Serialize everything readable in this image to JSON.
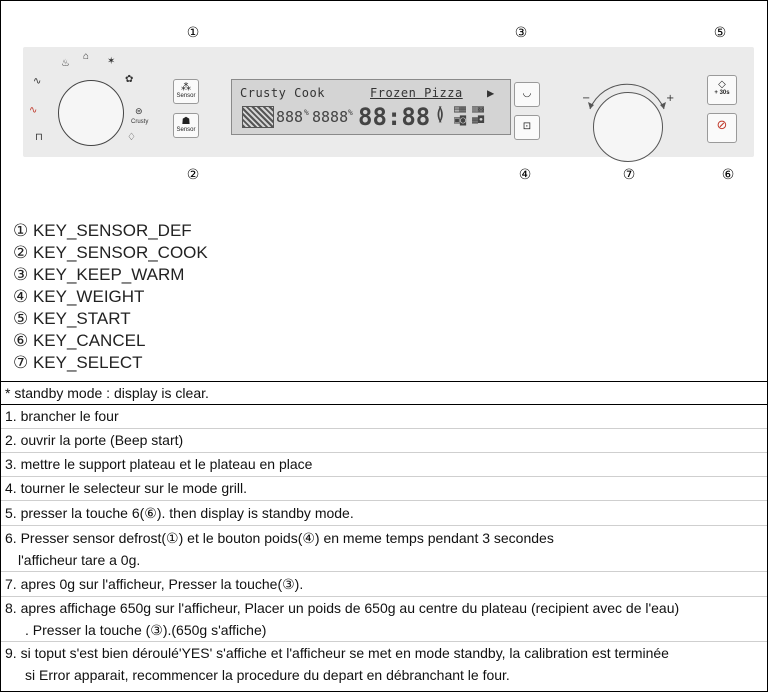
{
  "callouts": {
    "c1": "①",
    "c2": "②",
    "c3": "③",
    "c4": "④",
    "c5": "⑤",
    "c6": "⑥",
    "c7": "⑦"
  },
  "panel": {
    "sensor_def_label": "Sensor",
    "sensor_cook_label": "Sensor",
    "dial_crusty_label": "Crusty",
    "start_label": "+ 30s",
    "lcd": {
      "left_text": "Crusty Cook",
      "right_text": "Frozen Pizza",
      "arrow": "▶",
      "digits_a": "888",
      "unit_a": "%",
      "digits_b": "8888",
      "unit_b": "%",
      "clock": "88:88"
    }
  },
  "keys": [
    "① KEY_SENSOR_DEF",
    "② KEY_SENSOR_COOK",
    "③ KEY_KEEP_WARM",
    "④ KEY_WEIGHT",
    "⑤ KEY_START",
    "⑥ KEY_CANCEL",
    "⑦ KEY_SELECT"
  ],
  "note": "* standby mode : display is clear.",
  "steps": [
    {
      "line1": "1.  brancher le four"
    },
    {
      "line1": "2. ouvrir la porte (Beep start)"
    },
    {
      "line1": "3. mettre le support plateau et le plateau en place"
    },
    {
      "line1": "4. tourner le selecteur sur le mode grill."
    },
    {
      "line1": "5. presser la touche 6(⑥). then display is standby mode."
    },
    {
      "line1": "6. Presser sensor defrost(①) et le bouton poids(④) en meme temps pendant  3 secondes",
      "line2": "l'afficheur tare a 0g."
    },
    {
      "line1": "7. apres 0g sur l'afficheur, Presser la touche(③)."
    },
    {
      "line1": "8. apres affichage 650g sur l'afficheur, Placer un poids de 650g au centre du plateau (recipient avec de l'eau)",
      "line2": ". Presser la touche (③).(650g s'affiche)"
    },
    {
      "line1": "9. si toput s'est bien déroulé'YES' s'affiche et l'afficheur se met en mode standby, la calibration est terminée",
      "line2": "si Error apparait, recommencer la procedure du depart en débranchant le four."
    }
  ]
}
